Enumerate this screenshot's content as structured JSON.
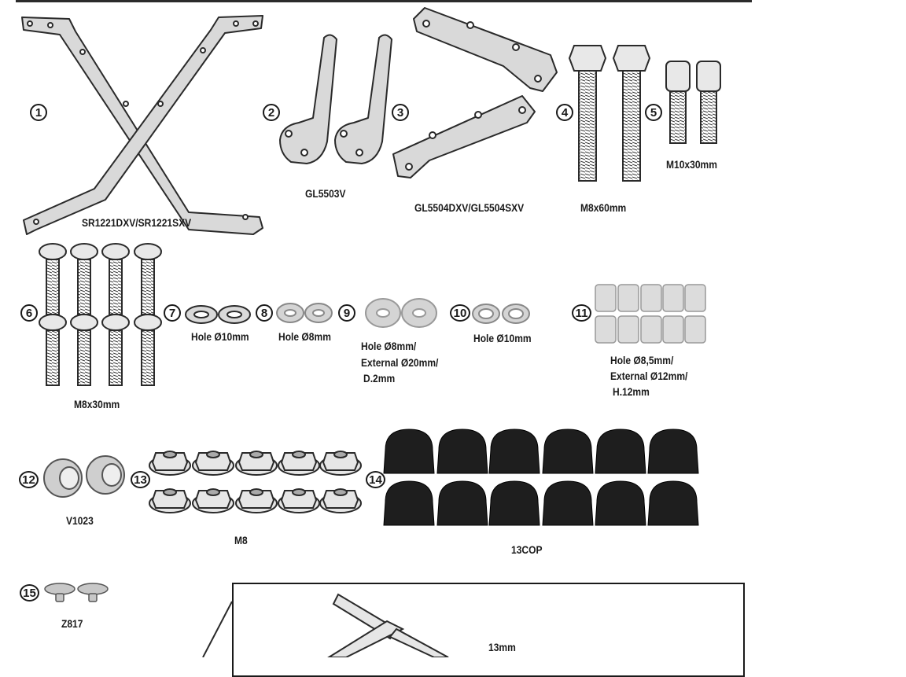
{
  "parts": [
    {
      "number": "1",
      "label": "SR1221DXV/SR1221SXV"
    },
    {
      "number": "2",
      "label": "GL5503V"
    },
    {
      "number": "3",
      "label": "GL5504DXV/GL5504SXV"
    },
    {
      "number": "4",
      "label": "M8x60mm"
    },
    {
      "number": "5",
      "label": "M10x30mm"
    },
    {
      "number": "6",
      "label": "M8x30mm"
    },
    {
      "number": "7",
      "label": "Hole Ø10mm"
    },
    {
      "number": "8",
      "label": "Hole Ø8mm"
    },
    {
      "number": "9",
      "lines": [
        "Hole Ø8mm/",
        "External Ø20mm/",
        "D.2mm"
      ]
    },
    {
      "number": "10",
      "label": "Hole Ø10mm"
    },
    {
      "number": "11",
      "lines": [
        "Hole Ø8,5mm/",
        "External Ø12mm/",
        "H.12mm"
      ]
    },
    {
      "number": "12",
      "label": "V1023"
    },
    {
      "number": "13",
      "label": "M8"
    },
    {
      "number": "14",
      "label": "13COP"
    },
    {
      "number": "15",
      "label": "Z817"
    }
  ],
  "tool_label": "13mm"
}
